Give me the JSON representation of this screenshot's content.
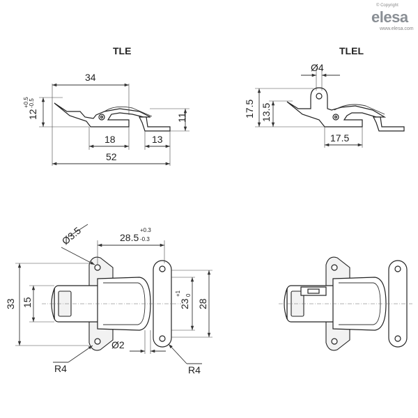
{
  "header": {
    "copyright": "© Copyright",
    "brand": "elesa",
    "website": "www.elesa.com",
    "brand_color": "#8a8f95"
  },
  "views": {
    "tle_title": "TLE",
    "tlel_title": "TLEL"
  },
  "tle_side": {
    "width_top": "34",
    "height_left": "12",
    "tol_plus": "+0.5",
    "tol_minus": "-0.5",
    "height_right": "11",
    "base_left": "18",
    "base_right": "13",
    "overall": "52"
  },
  "tlel_side": {
    "hole": "Ø4",
    "height_outer": "17.5",
    "height_inner": "13.5",
    "base": "17.5"
  },
  "tle_front": {
    "hole_dia": "Ø3.5",
    "hole_spacing": "28.5",
    "spacing_tol_plus": "+0.3",
    "spacing_tol_minus": "-0.3",
    "height_overall": "33",
    "height_body": "15",
    "inner_height": "23",
    "inner_tol_plus": "+1",
    "inner_tol_minus": "0",
    "right_height": "28",
    "small_hole": "Ø2",
    "radius_left": "R4",
    "radius_right": "R4"
  }
}
